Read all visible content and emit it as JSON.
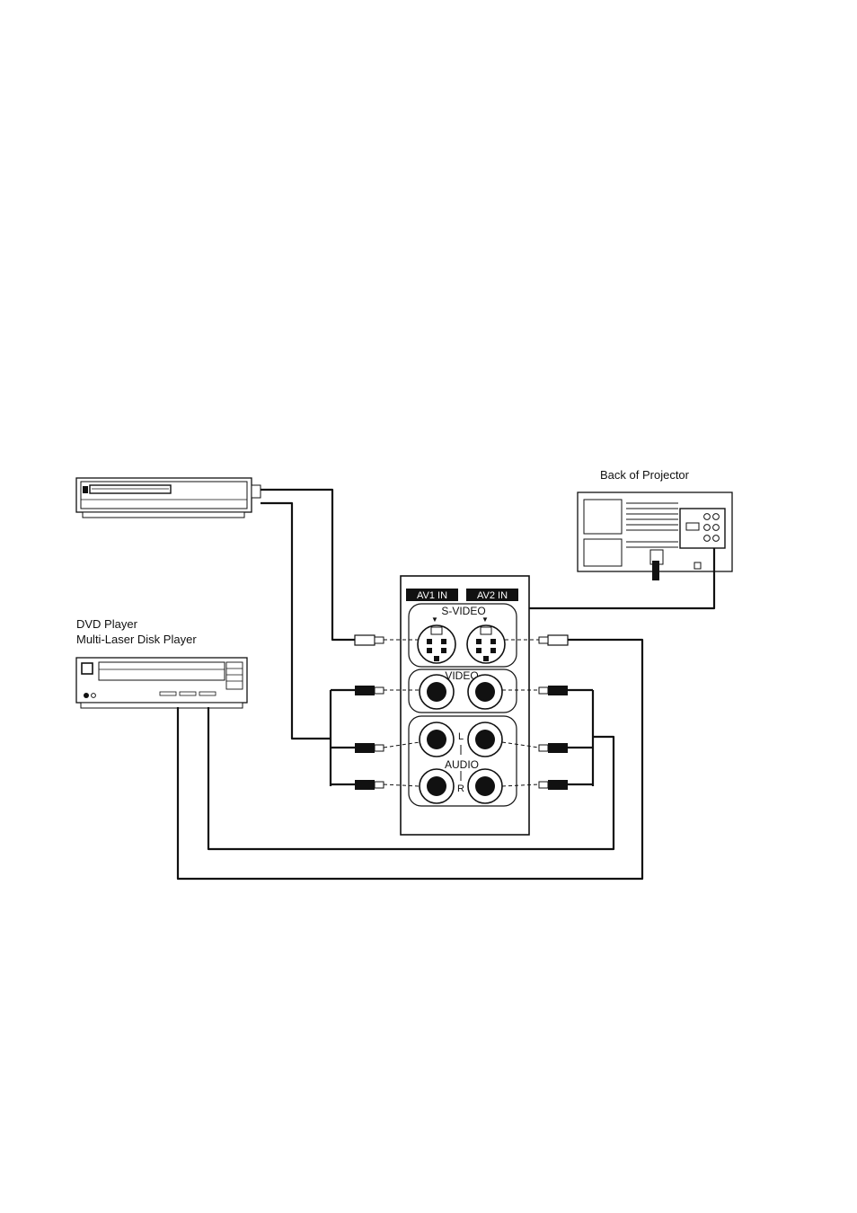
{
  "labels": {
    "back_of_projector": "Back of Projector",
    "dvd_player": "DVD Player",
    "multi_laser": "Multi-Laser Disk Player"
  },
  "panel": {
    "av1_in": "AV1 IN",
    "av2_in": "AV2 IN",
    "s_video": "S-VIDEO",
    "video": "VIDEO",
    "audio": "AUDIO",
    "left": "L",
    "right": "R"
  }
}
